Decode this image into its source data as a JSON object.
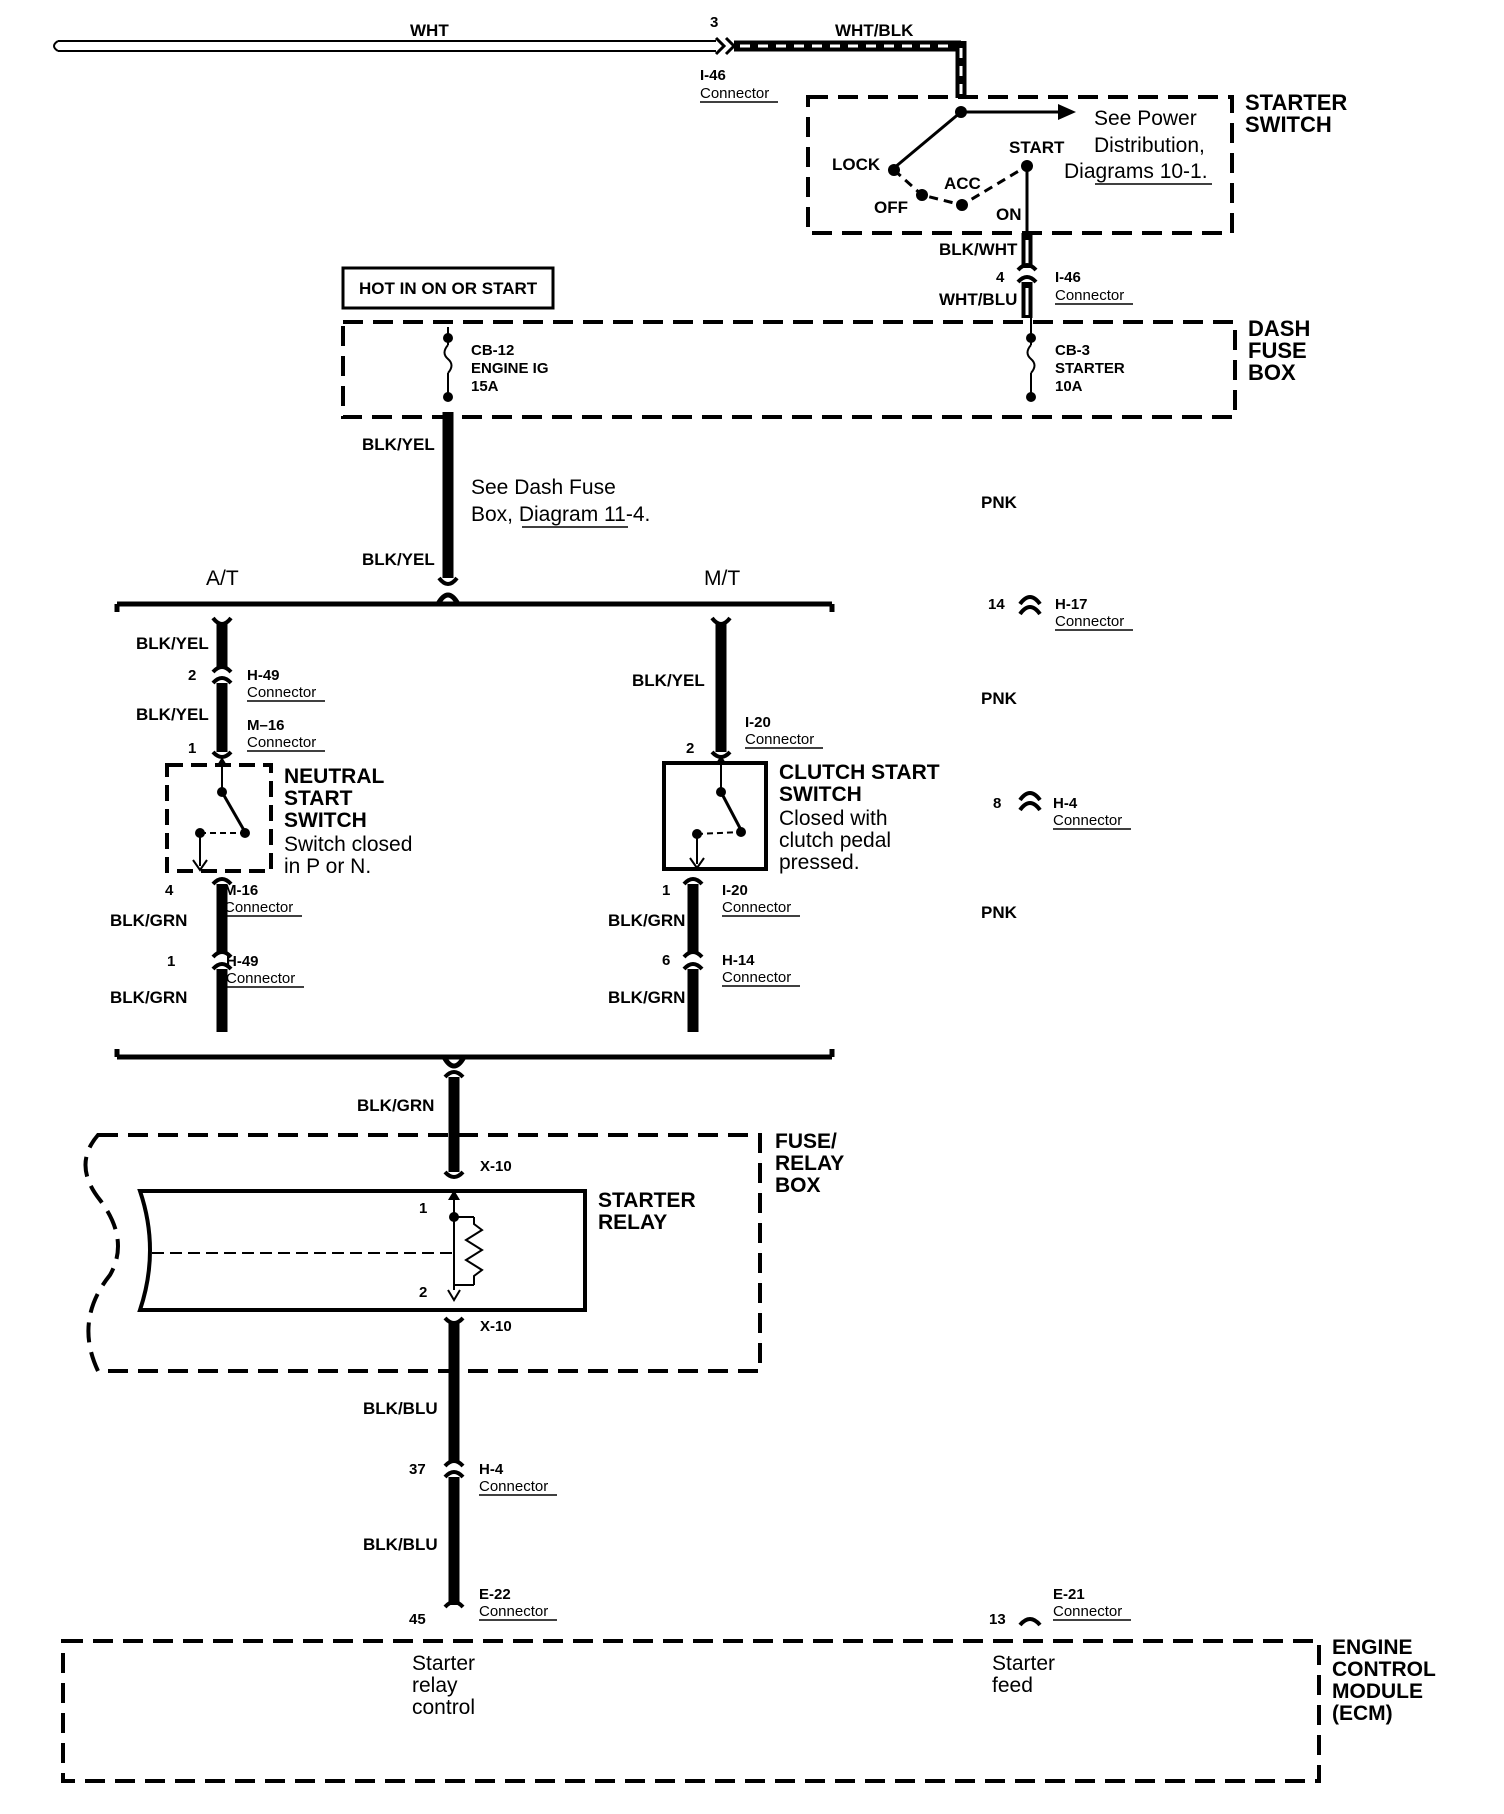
{
  "wires": {
    "top_left": "WHT",
    "top_right": "WHT/BLK",
    "ign_start_out": "BLK/WHT",
    "fuse_in": "WHT/BLU",
    "blk_yel": "BLK/YEL",
    "blk_grn": "BLK/GRN",
    "blk_blu": "BLK/BLU",
    "pnk": "PNK"
  },
  "branches": {
    "at": "A/T",
    "mt": "M/T"
  },
  "connector_word": "Connector",
  "connectors": {
    "i46": "I-46",
    "h49": "H-49",
    "m16": "M-16",
    "m16b": "M–16",
    "i20": "I-20",
    "h14": "H-14",
    "h17": "H-17",
    "h4": "H-4",
    "x10": "X-10",
    "e22": "E-22",
    "e21": "E-21"
  },
  "pins": {
    "p3": "3",
    "p4": "4",
    "p2": "2",
    "p1": "1",
    "p6": "6",
    "p14": "14",
    "p8": "8",
    "p37": "37",
    "p45": "45",
    "p13": "13"
  },
  "starter_switch": {
    "title_line1": "STARTER",
    "title_line2": "SWITCH",
    "lock": "LOCK",
    "off": "OFF",
    "acc": "ACC",
    "on": "ON",
    "start": "START",
    "note_line1": "See Power",
    "note_line2": "Distribution,",
    "note_line3": "Diagrams 10-1."
  },
  "hot_label": "HOT IN ON OR START",
  "dash_fuse_box": {
    "title_line1": "DASH",
    "title_line2": "FUSE",
    "title_line3": "BOX",
    "cb12_line1": "CB-12",
    "cb12_line2": "ENGINE IG",
    "cb12_line3": "15A",
    "cb3_line1": "CB-3",
    "cb3_line2": "STARTER",
    "cb3_line3": "10A",
    "note_line1": "See Dash Fuse",
    "note_line2": "Box, Diagram 11-4."
  },
  "neutral_switch": {
    "title_line1": "NEUTRAL",
    "title_line2": "START",
    "title_line3": "SWITCH",
    "desc_line1": "Switch closed",
    "desc_line2": "in P or N."
  },
  "clutch_switch": {
    "title_line1": "CLUTCH START",
    "title_line2": "SWITCH",
    "desc_line1": "Closed with",
    "desc_line2": "clutch pedal",
    "desc_line3": "pressed."
  },
  "relay_box": {
    "title_line1": "FUSE/",
    "title_line2": "RELAY",
    "title_line3": "BOX",
    "relay_line1": "STARTER",
    "relay_line2": "RELAY"
  },
  "ecm": {
    "title_line1": "ENGINE",
    "title_line2": "CONTROL",
    "title_line3": "MODULE",
    "title_line4": "(ECM)",
    "left_line1": "Starter",
    "left_line2": "relay",
    "left_line3": "control",
    "right_line1": "Starter",
    "right_line2": "feed"
  }
}
